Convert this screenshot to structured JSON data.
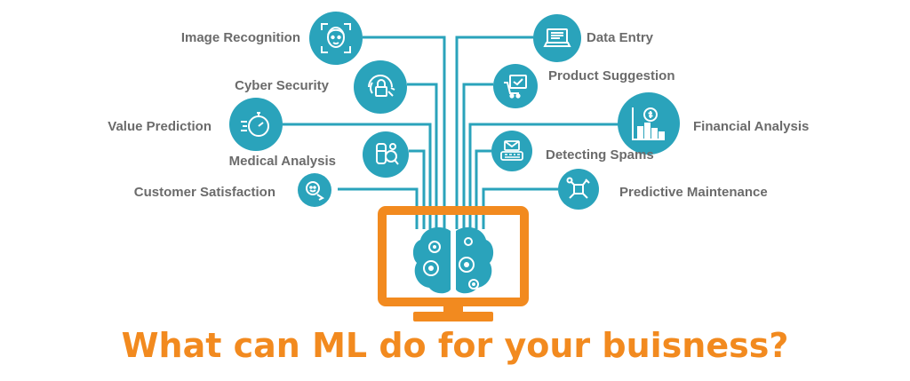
{
  "title": "What can ML do for your buisness?",
  "colors": {
    "accent": "#2aa3bb",
    "monitor": "#f28a1f",
    "label": "#6b6b6b",
    "title": "#f28a1f"
  },
  "applications_left": [
    {
      "label": "Image Recognition",
      "icon": "face-scan-icon"
    },
    {
      "label": "Cyber Security",
      "icon": "lock-fingerprint-icon"
    },
    {
      "label": "Value Prediction",
      "icon": "stopwatch-icon"
    },
    {
      "label": "Medical Analysis",
      "icon": "microscope-pills-icon"
    },
    {
      "label": "Customer Satisfaction",
      "icon": "happy-customer-icon"
    }
  ],
  "applications_right": [
    {
      "label": "Data Entry",
      "icon": "laptop-icon"
    },
    {
      "label": "Product Suggestion",
      "icon": "shopping-cart-board-icon"
    },
    {
      "label": "Financial Analysis",
      "icon": "money-chart-icon"
    },
    {
      "label": "Detecting Spams",
      "icon": "spam-mail-icon"
    },
    {
      "label": "Predictive Maintenance",
      "icon": "wrench-screwdriver-icon"
    }
  ],
  "center": {
    "icon": "monitor-brain-gears-icon"
  }
}
